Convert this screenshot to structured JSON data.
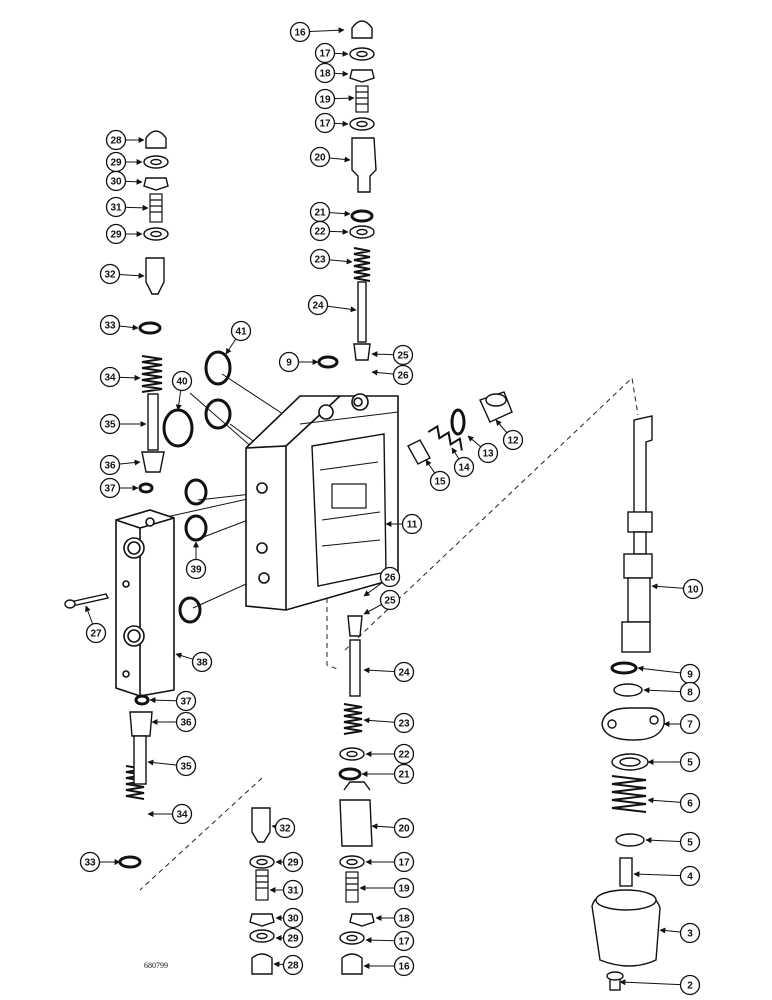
{
  "drawing_code": "680799",
  "callouts": [
    {
      "id": "c16a",
      "text": "16"
    },
    {
      "id": "c17a",
      "text": "17"
    },
    {
      "id": "c18a",
      "text": "18"
    },
    {
      "id": "c19a",
      "text": "19"
    },
    {
      "id": "c17b",
      "text": "17"
    },
    {
      "id": "c20a",
      "text": "20"
    },
    {
      "id": "c21a",
      "text": "21"
    },
    {
      "id": "c22a",
      "text": "22"
    },
    {
      "id": "c23a",
      "text": "23"
    },
    {
      "id": "c24a",
      "text": "24"
    },
    {
      "id": "c25a",
      "text": "25"
    },
    {
      "id": "c26a",
      "text": "26"
    },
    {
      "id": "c9a",
      "text": "9"
    },
    {
      "id": "c41",
      "text": "41"
    },
    {
      "id": "c40",
      "text": "40"
    },
    {
      "id": "c28a",
      "text": "28"
    },
    {
      "id": "c29a",
      "text": "29"
    },
    {
      "id": "c30a",
      "text": "30"
    },
    {
      "id": "c31a",
      "text": "31"
    },
    {
      "id": "c29b",
      "text": "29"
    },
    {
      "id": "c32a",
      "text": "32"
    },
    {
      "id": "c33a",
      "text": "33"
    },
    {
      "id": "c34a",
      "text": "34"
    },
    {
      "id": "c35a",
      "text": "35"
    },
    {
      "id": "c36a",
      "text": "36"
    },
    {
      "id": "c37a",
      "text": "37"
    },
    {
      "id": "c12",
      "text": "12"
    },
    {
      "id": "c13",
      "text": "13"
    },
    {
      "id": "c14",
      "text": "14"
    },
    {
      "id": "c15",
      "text": "15"
    },
    {
      "id": "c11",
      "text": "11"
    },
    {
      "id": "c10",
      "text": "10"
    },
    {
      "id": "c39",
      "text": "39"
    },
    {
      "id": "c27",
      "text": "27"
    },
    {
      "id": "c38",
      "text": "38"
    },
    {
      "id": "c26b",
      "text": "26"
    },
    {
      "id": "c25b",
      "text": "25"
    },
    {
      "id": "c24b",
      "text": "24"
    },
    {
      "id": "c9b",
      "text": "9"
    },
    {
      "id": "c8",
      "text": "8"
    },
    {
      "id": "c7",
      "text": "7"
    },
    {
      "id": "c37b",
      "text": "37"
    },
    {
      "id": "c36b",
      "text": "36"
    },
    {
      "id": "c23b",
      "text": "23"
    },
    {
      "id": "c22b",
      "text": "22"
    },
    {
      "id": "c21b",
      "text": "21"
    },
    {
      "id": "c35b",
      "text": "35"
    },
    {
      "id": "c5a",
      "text": "5"
    },
    {
      "id": "c6",
      "text": "6"
    },
    {
      "id": "c34b",
      "text": "34"
    },
    {
      "id": "c20b",
      "text": "20"
    },
    {
      "id": "c32b",
      "text": "32"
    },
    {
      "id": "c5b",
      "text": "5"
    },
    {
      "id": "c33b",
      "text": "33"
    },
    {
      "id": "c29c",
      "text": "29"
    },
    {
      "id": "c17c",
      "text": "17"
    },
    {
      "id": "c4",
      "text": "4"
    },
    {
      "id": "c31b",
      "text": "31"
    },
    {
      "id": "c19b",
      "text": "19"
    },
    {
      "id": "c30b",
      "text": "30"
    },
    {
      "id": "c18b",
      "text": "18"
    },
    {
      "id": "c3",
      "text": "3"
    },
    {
      "id": "c29d",
      "text": "29"
    },
    {
      "id": "c17d",
      "text": "17"
    },
    {
      "id": "c28b",
      "text": "28"
    },
    {
      "id": "c16b",
      "text": "16"
    },
    {
      "id": "c2",
      "text": "2"
    }
  ]
}
